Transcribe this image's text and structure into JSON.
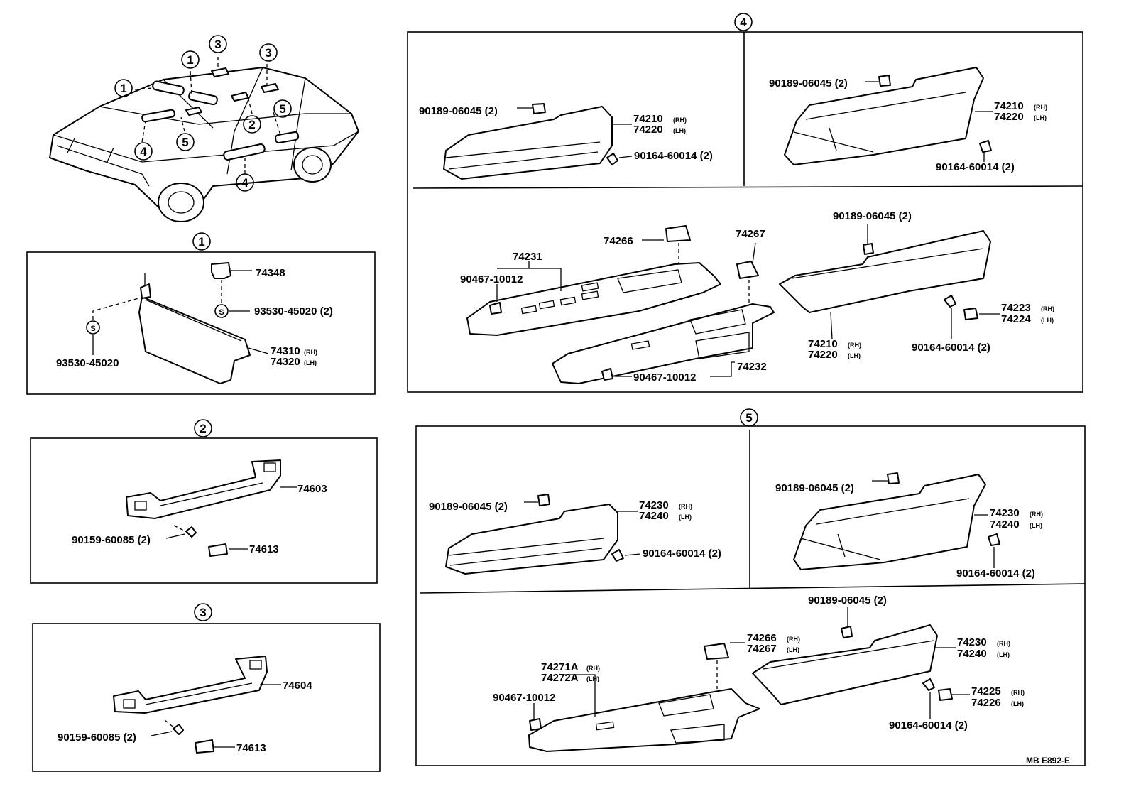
{
  "callout_numbers": {
    "one": "1",
    "two": "2",
    "three": "3",
    "four": "4",
    "five": "5",
    "s_mark": "S"
  },
  "section1": {
    "p74348": "74348",
    "p93530_2": "93530-45020 (2)",
    "p93530": "93530-45020",
    "p74310": "74310",
    "p74320": "74320",
    "rh": "(RH)",
    "lh": "(LH)"
  },
  "section2": {
    "p74603": "74603",
    "p90159": "90159-60085 (2)",
    "p74613": "74613"
  },
  "section3": {
    "p74604": "74604",
    "p90159": "90159-60085 (2)",
    "p74613": "74613"
  },
  "section4": {
    "tl_90189": "90189-06045 (2)",
    "tl_74210": "74210",
    "tl_74220": "74220",
    "tl_90164": "90164-60014 (2)",
    "tr_90189": "90189-06045 (2)",
    "tr_74210": "74210",
    "tr_74220": "74220",
    "tr_90164": "90164-60014 (2)",
    "b_74266": "74266",
    "b_74267": "74267",
    "b_90189": "90189-06045 (2)",
    "b_74231": "74231",
    "b_90467": "90467-10012",
    "b_74223": "74223",
    "b_74224": "74224",
    "b_74210": "74210",
    "b_74220": "74220",
    "b_90164": "90164-60014 (2)",
    "b_90467b": "90467-10012",
    "b_74232": "74232"
  },
  "section5": {
    "tl_90189": "90189-06045 (2)",
    "tl_74230": "74230",
    "tl_74240": "74240",
    "tl_90164": "90164-60014 (2)",
    "tr_90189": "90189-06045 (2)",
    "tr_74230": "74230",
    "tr_74240": "74240",
    "tr_90164": "90164-60014 (2)",
    "b_90189": "90189-06045 (2)",
    "b_74266": "74266",
    "b_74267": "74267",
    "b_74230": "74230",
    "b_74240": "74240",
    "b_74271A": "74271A",
    "b_74272A": "74272A",
    "b_90467": "90467-10012",
    "b_74225": "74225",
    "b_74226": "74226",
    "b_90164": "90164-60014 (2)"
  },
  "footer": {
    "code": "MB E892-E"
  }
}
